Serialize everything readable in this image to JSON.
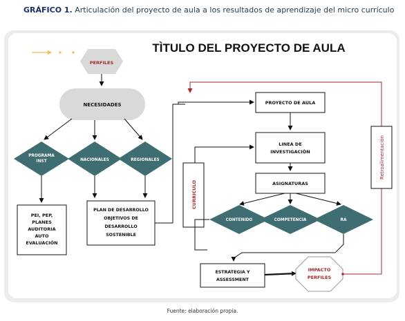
{
  "figure": {
    "label": "GRÁFICO 1.",
    "caption": "Articulación del proyecto de aula a los resultados de aprendizaje del micro currículo",
    "source": "Fuente: elaboración propia."
  },
  "diagram": {
    "title": "TÌTULO DEL PROYECTO DE AULA",
    "perfiles": "PERFILES",
    "necesidades": "NECESIDADES",
    "diamonds_left": [
      "PROGRAMA",
      "INST",
      "NACIONALES",
      "REGIONALES"
    ],
    "pei_box": [
      "PEI, PEP,",
      "PLANES",
      "AUDITORIA",
      "AUTO",
      "EVALUACIÓN"
    ],
    "plan_box": [
      "PLAN DE DESARROLLO",
      "OBJETIVOS DE",
      "DESARROLLO",
      "SOSTENIBLE"
    ],
    "curriculo": "CURRICULO",
    "proyecto": "PROYECTO DE AULA",
    "linea": [
      "LINEA DE",
      "INVESTIGACIÒN"
    ],
    "asignaturas": "ASIGNATURAS",
    "diamonds_right": [
      "CONTENIDO",
      "COMPETENCIA",
      "RA"
    ],
    "estrategia": [
      "ESTRATEGIA Y",
      "ASSESSMENT"
    ],
    "impacto": [
      "IMPACTO",
      "PERFILES"
    ],
    "retro": "Retroalimentación"
  },
  "colors": {
    "teal": "#3f6e72",
    "grey_fill": "#d9d9d9",
    "dark_red": "#a3282b",
    "orange": "#f7b84a"
  }
}
